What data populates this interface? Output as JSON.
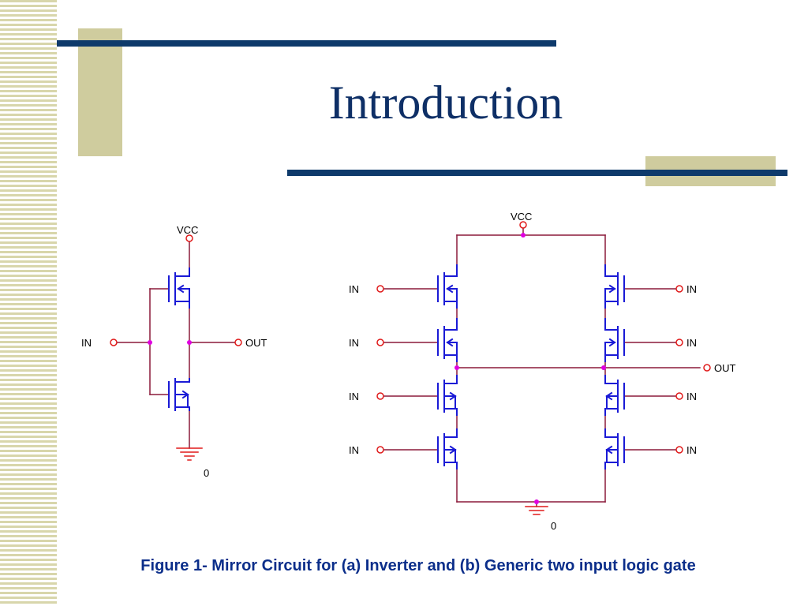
{
  "slide": {
    "title": "Introduction",
    "caption": "Figure 1- Mirror Circuit for (a) Inverter and (b) Generic two input logic gate"
  },
  "colors": {
    "title": "#0e2f66",
    "navy_bar": "#0e3a6b",
    "khaki": "#cfcc9e",
    "wire": "#8b1a3a",
    "transistor": "#1a1ad6",
    "node": "#e000e0",
    "terminal": "#e01a1a"
  },
  "inverter": {
    "vcc_label": "VCC",
    "in_label": "IN",
    "out_label": "OUT",
    "ground_label": "0"
  },
  "gate": {
    "vcc_label": "VCC",
    "out_label": "OUT",
    "ground_label": "0",
    "in_labels_left": [
      "IN",
      "IN",
      "IN",
      "IN"
    ],
    "in_labels_right": [
      "IN",
      "IN",
      "IN",
      "IN"
    ]
  }
}
